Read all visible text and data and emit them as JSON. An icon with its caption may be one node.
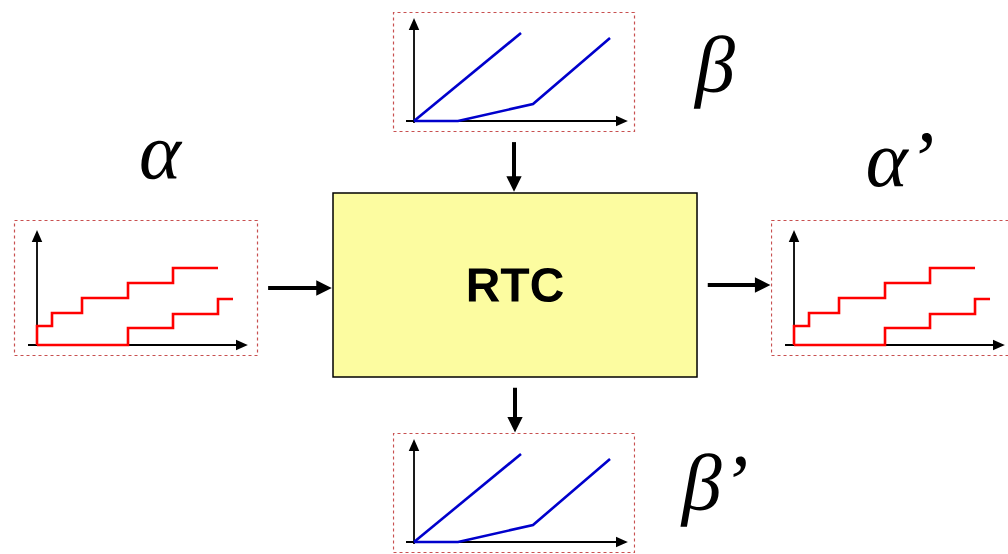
{
  "diagram": {
    "nodes": [
      {
        "text": [
          "RTC"
        ]
      },
      {
        "text": [],
        "shape": "picture",
        "beside": [
          "α"
        ]
      },
      {
        "text": [],
        "shape": "picture",
        "beside": [
          "β"
        ]
      },
      {
        "text": [],
        "shape": "picture",
        "beside": [
          "α’"
        ]
      },
      {
        "text": [],
        "shape": "picture",
        "beside": [
          "β’"
        ]
      }
    ],
    "edges": [
      {
        "from": 1,
        "to": 0,
        "arrow": "to"
      },
      {
        "from": 2,
        "to": 0,
        "arrow": "to"
      },
      {
        "from": 0,
        "to": 3,
        "arrow": "to"
      },
      {
        "from": 0,
        "to": 4,
        "arrow": "to"
      }
    ]
  }
}
